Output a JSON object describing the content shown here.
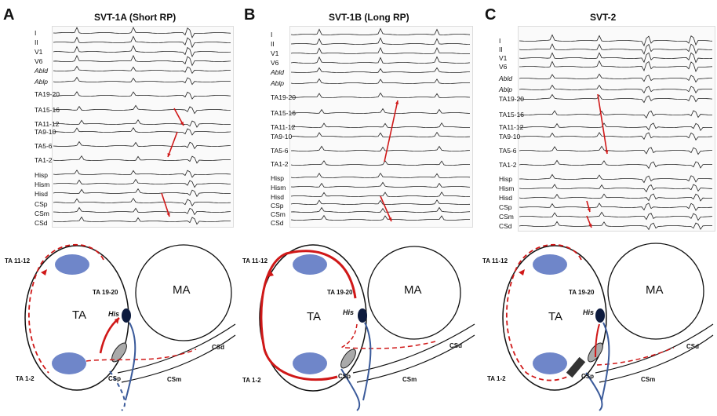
{
  "panels": [
    {
      "letter": "A",
      "title": "SVT-1A (Short RP)",
      "leads": [
        "I",
        "II",
        "V1",
        "V6",
        "Abld",
        "Ablp",
        "TA19-20",
        "TA15-16",
        "TA11-12",
        "TA9-10",
        "TA5-6",
        "TA1-2",
        "Hisp",
        "Hism",
        "Hisd",
        "CSp",
        "CSm",
        "CSd"
      ],
      "diagram": {
        "ta_top": "TA 11-12",
        "ta_mid": "TA 19-20",
        "ta_center": "TA",
        "ta_bottom": "TA 1-2",
        "his": "His",
        "ma": "MA",
        "csp": "CSp",
        "csm": "CSm",
        "csd": "CSd"
      }
    },
    {
      "letter": "B",
      "title": "SVT-1B (Long RP)",
      "leads": [
        "I",
        "II",
        "V1",
        "V6",
        "Abld",
        "Ablp",
        "TA19-20",
        "TA15-16",
        "TA11-12",
        "TA9-10",
        "TA5-6",
        "TA1-2",
        "Hisp",
        "Hism",
        "Hisd",
        "CSp",
        "CSm",
        "CSd"
      ],
      "diagram": {
        "ta_top": "TA 11-12",
        "ta_mid": "TA 19-20",
        "ta_center": "TA",
        "ta_bottom": "TA 1-2",
        "his": "His",
        "ma": "MA",
        "csp": "CSp",
        "csm": "CSm",
        "csd": "CSd"
      }
    },
    {
      "letter": "C",
      "title": "SVT-2",
      "leads": [
        "I",
        "II",
        "V1",
        "V6",
        "Abld",
        "Ablp",
        "TA19-20",
        "TA15-16",
        "TA11-12",
        "TA9-10",
        "TA5-6",
        "TA1-2",
        "Hisp",
        "Hism",
        "Hisd",
        "CSp",
        "CSm",
        "CSd"
      ],
      "diagram": {
        "ta_top": "TA 11-12",
        "ta_mid": "TA 19-20",
        "ta_center": "TA",
        "ta_bottom": "TA 1-2",
        "his": "His",
        "ma": "MA",
        "csp": "CSp",
        "csm": "CSm",
        "csd": "CSd"
      }
    }
  ],
  "colors": {
    "red": "#d01818",
    "blue": "#3a5a9a",
    "ellipse": "#6f86c9",
    "trace": "#222222"
  }
}
